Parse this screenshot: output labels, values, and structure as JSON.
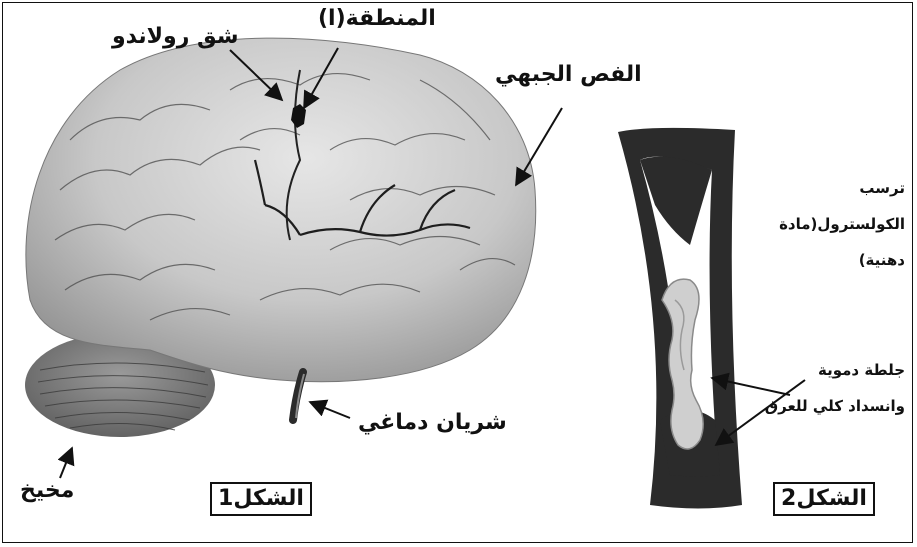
{
  "figure1": {
    "caption": "الشكل1",
    "labels": {
      "region_a": "المنطقة(ا)",
      "rolando_fissure": "شق رولاندو",
      "frontal_lobe": "الفص الجبهي",
      "cerebral_artery": "شريان دماغي",
      "cerebellum": "مخيخ"
    }
  },
  "figure2": {
    "caption": "الشكل2",
    "labels": {
      "cholesterol_line1": "ترسب",
      "cholesterol_line2": "الكولسترول(مادة",
      "cholesterol_line3": "دهنية)",
      "clot_line1": "جلطة دموية",
      "clot_line2": "وانسداد كلي للعرق"
    }
  },
  "colors": {
    "ink": "#111111",
    "brain_light": "#d9d9d9",
    "brain_mid": "#a9a9a9",
    "brain_dark": "#6e6e6e",
    "vessel_dark": "#2b2b2b",
    "clot": "#c9c9c9"
  }
}
